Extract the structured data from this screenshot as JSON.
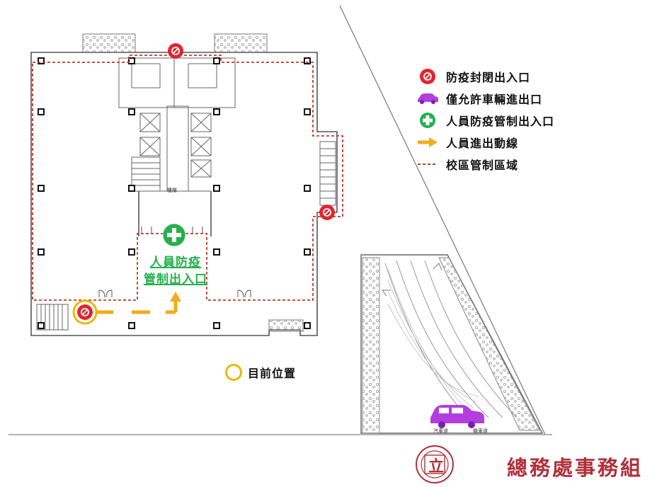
{
  "legend": {
    "items": [
      {
        "icon": "no-entry-icon",
        "label": "防疫封閉出入口"
      },
      {
        "icon": "car-icon",
        "label": "僅允許車輛進出口"
      },
      {
        "icon": "green-cross-icon",
        "label": "人員防疫管制出入口"
      },
      {
        "icon": "arrow-icon",
        "label": "人員進出動線"
      },
      {
        "icon": "dashed-line-icon",
        "label": "校區管制區域"
      }
    ]
  },
  "map": {
    "stair_label": "樓梯",
    "control_gate_line1": "人員防疫",
    "control_gate_line2": "管制出入口",
    "ramp_label_left": "汽車道",
    "ramp_label_right": "機車道"
  },
  "current_position": {
    "label": "目前位置"
  },
  "footer": {
    "department": "總務處事務組",
    "seal_char": "立"
  },
  "colors": {
    "closed": "#e0262e",
    "vehicle": "#b23ee0",
    "control": "#22b14c",
    "route": "#f0ad1a",
    "zone": "#c0392b",
    "department": "#b0303a"
  }
}
